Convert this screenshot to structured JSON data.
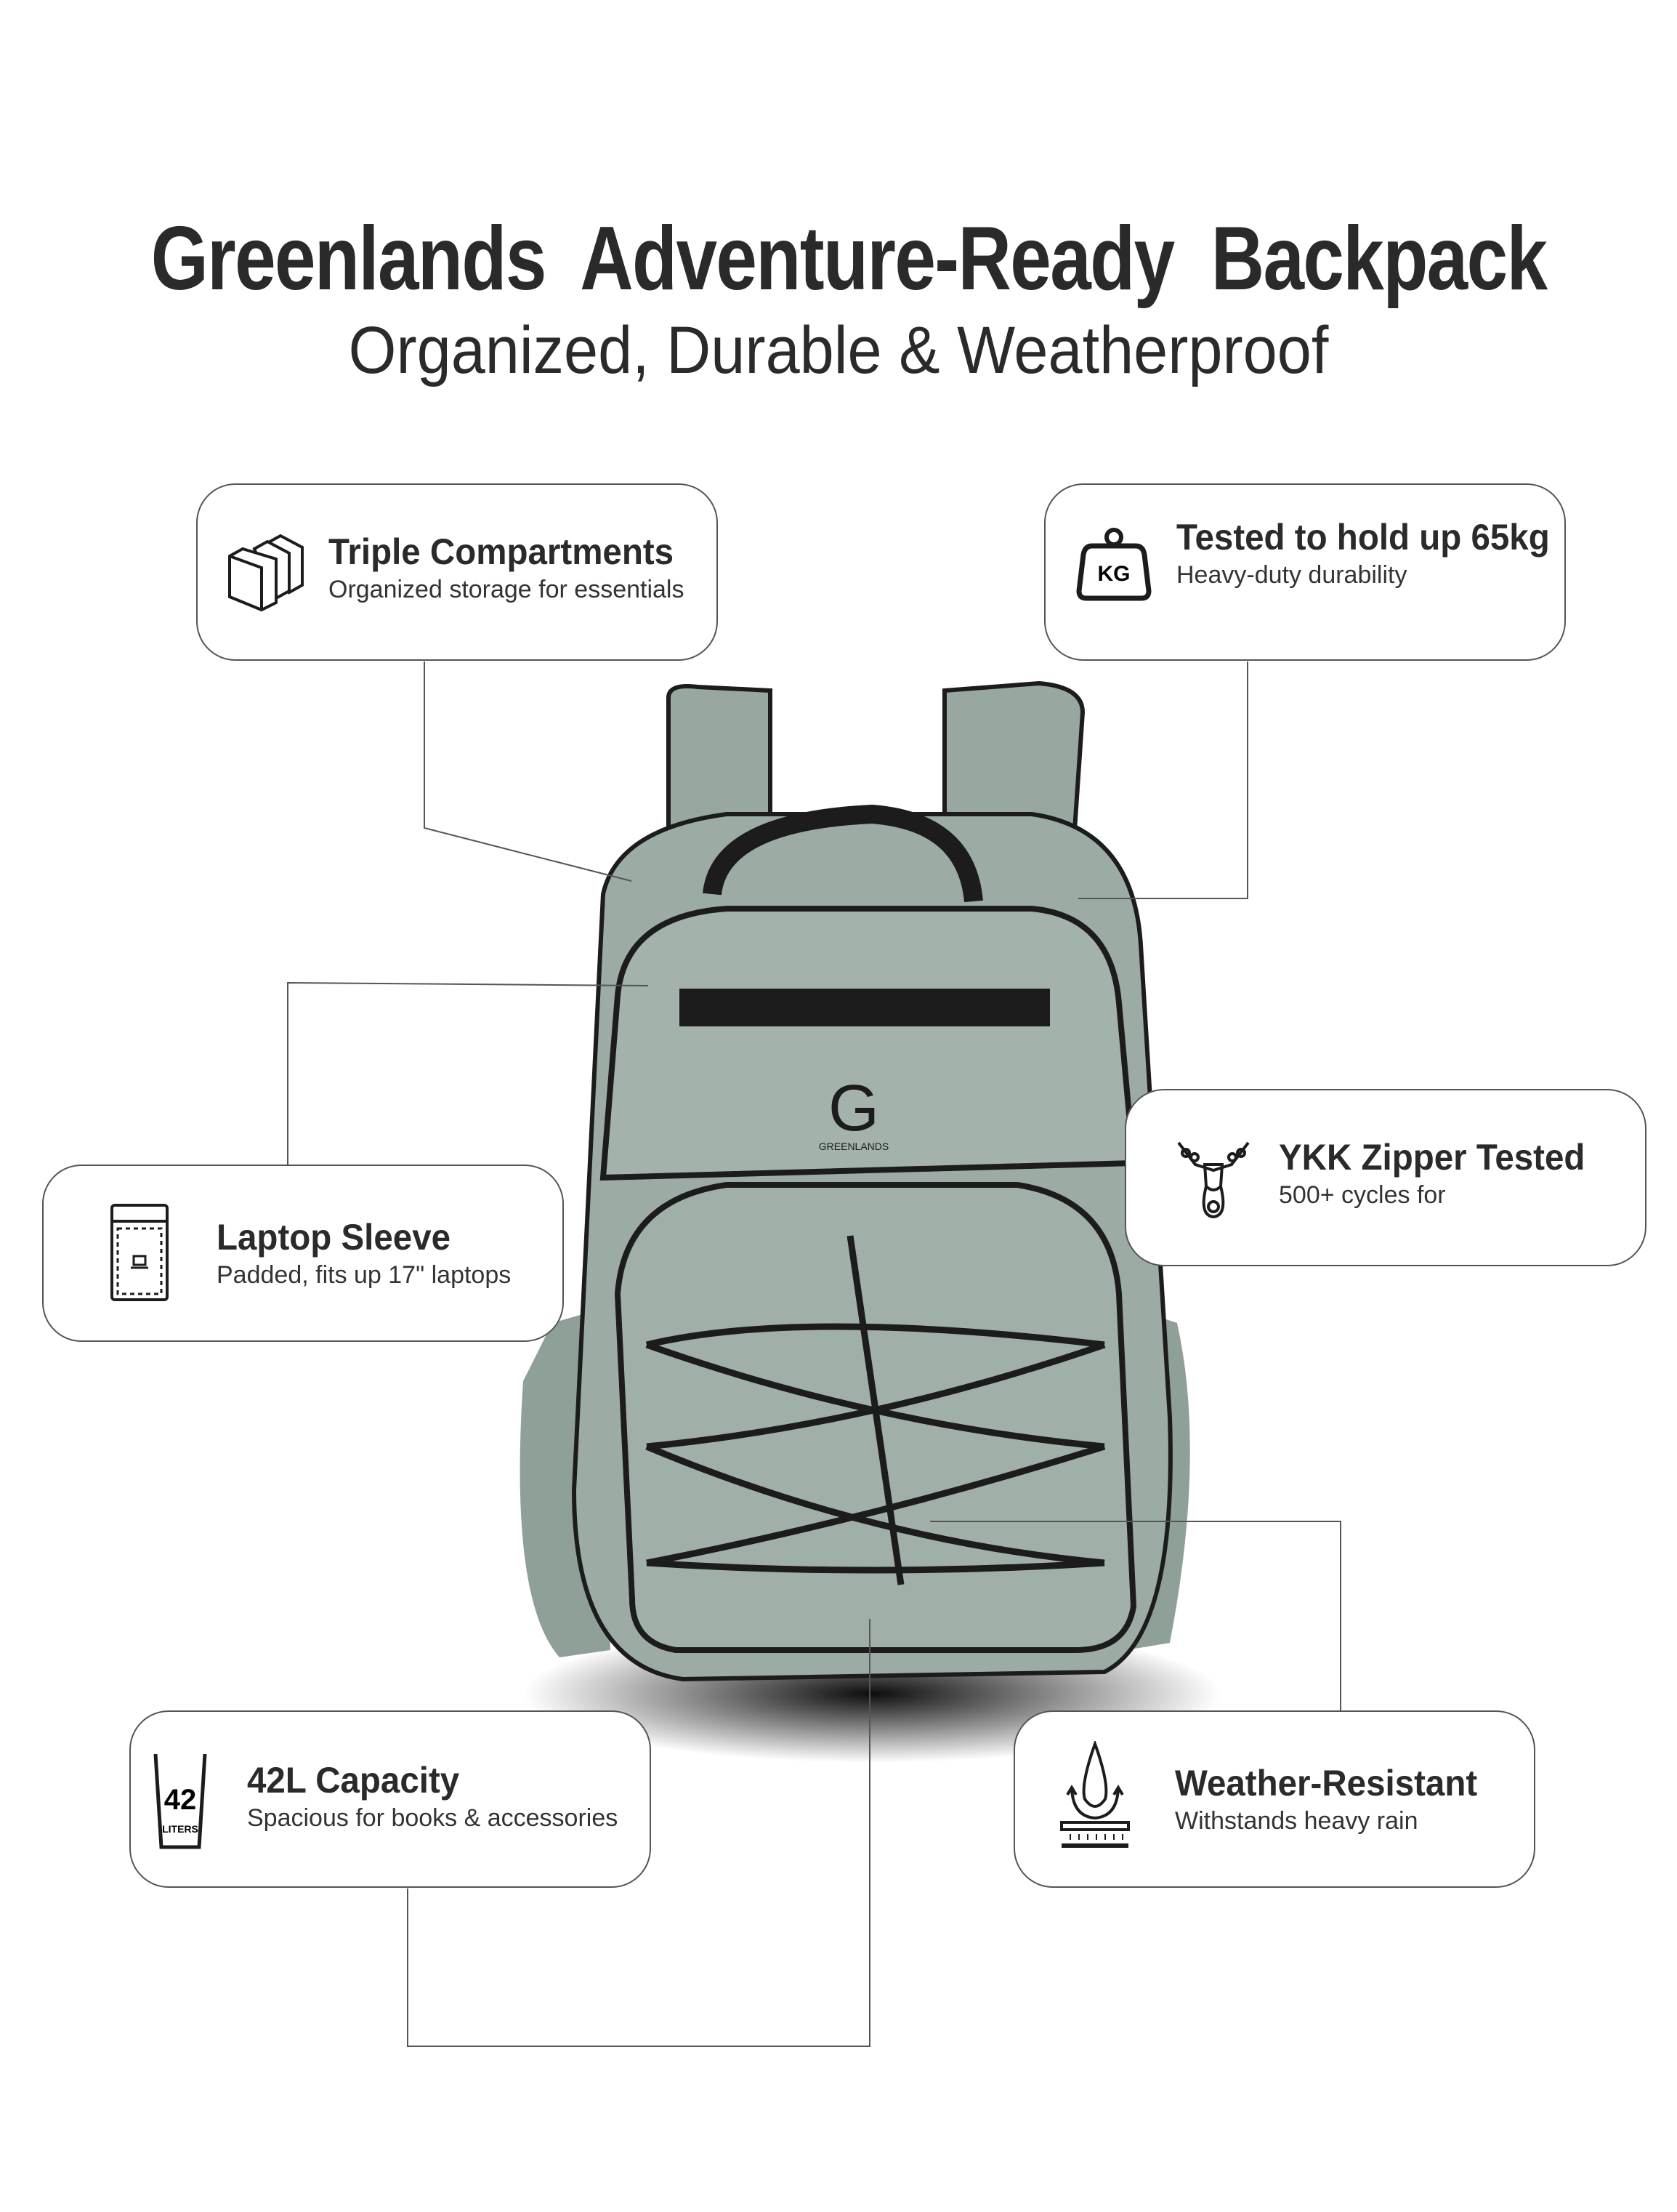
{
  "header": {
    "title": "Greenlands  Adventure-Ready  Backpack",
    "subtitle": "Organized, Durable & Weatherproof"
  },
  "features": [
    {
      "title": "Triple Compartments",
      "subtitle": "Organized storage for essentials",
      "icon": "boxes-icon"
    },
    {
      "title": "Tested to hold up 65kg",
      "subtitle": "Heavy-duty durability",
      "icon": "kg-weight-icon",
      "icon_text": "KG"
    },
    {
      "title": "YKK Zipper Tested",
      "subtitle": "500+ cycles for",
      "icon": "zipper-icon"
    },
    {
      "title": "Laptop Sleeve",
      "subtitle": "Padded, fits up 17\" laptops",
      "icon": "laptop-sleeve-icon"
    },
    {
      "title": "42L Capacity",
      "subtitle": "Spacious for books & accessories",
      "icon": "liters-container-icon",
      "icon_text": "42",
      "icon_subtext": "LITERS"
    },
    {
      "title": "Weather-Resistant",
      "subtitle": "Withstands heavy rain",
      "icon": "water-drop-icon"
    }
  ],
  "product": {
    "logo_text": "GREENLANDS"
  },
  "colors": {
    "bag": "#9aaaa3",
    "bag_shadow": "#7f908a",
    "trim": "#1c1c1c",
    "text": "#2a2a2a"
  }
}
